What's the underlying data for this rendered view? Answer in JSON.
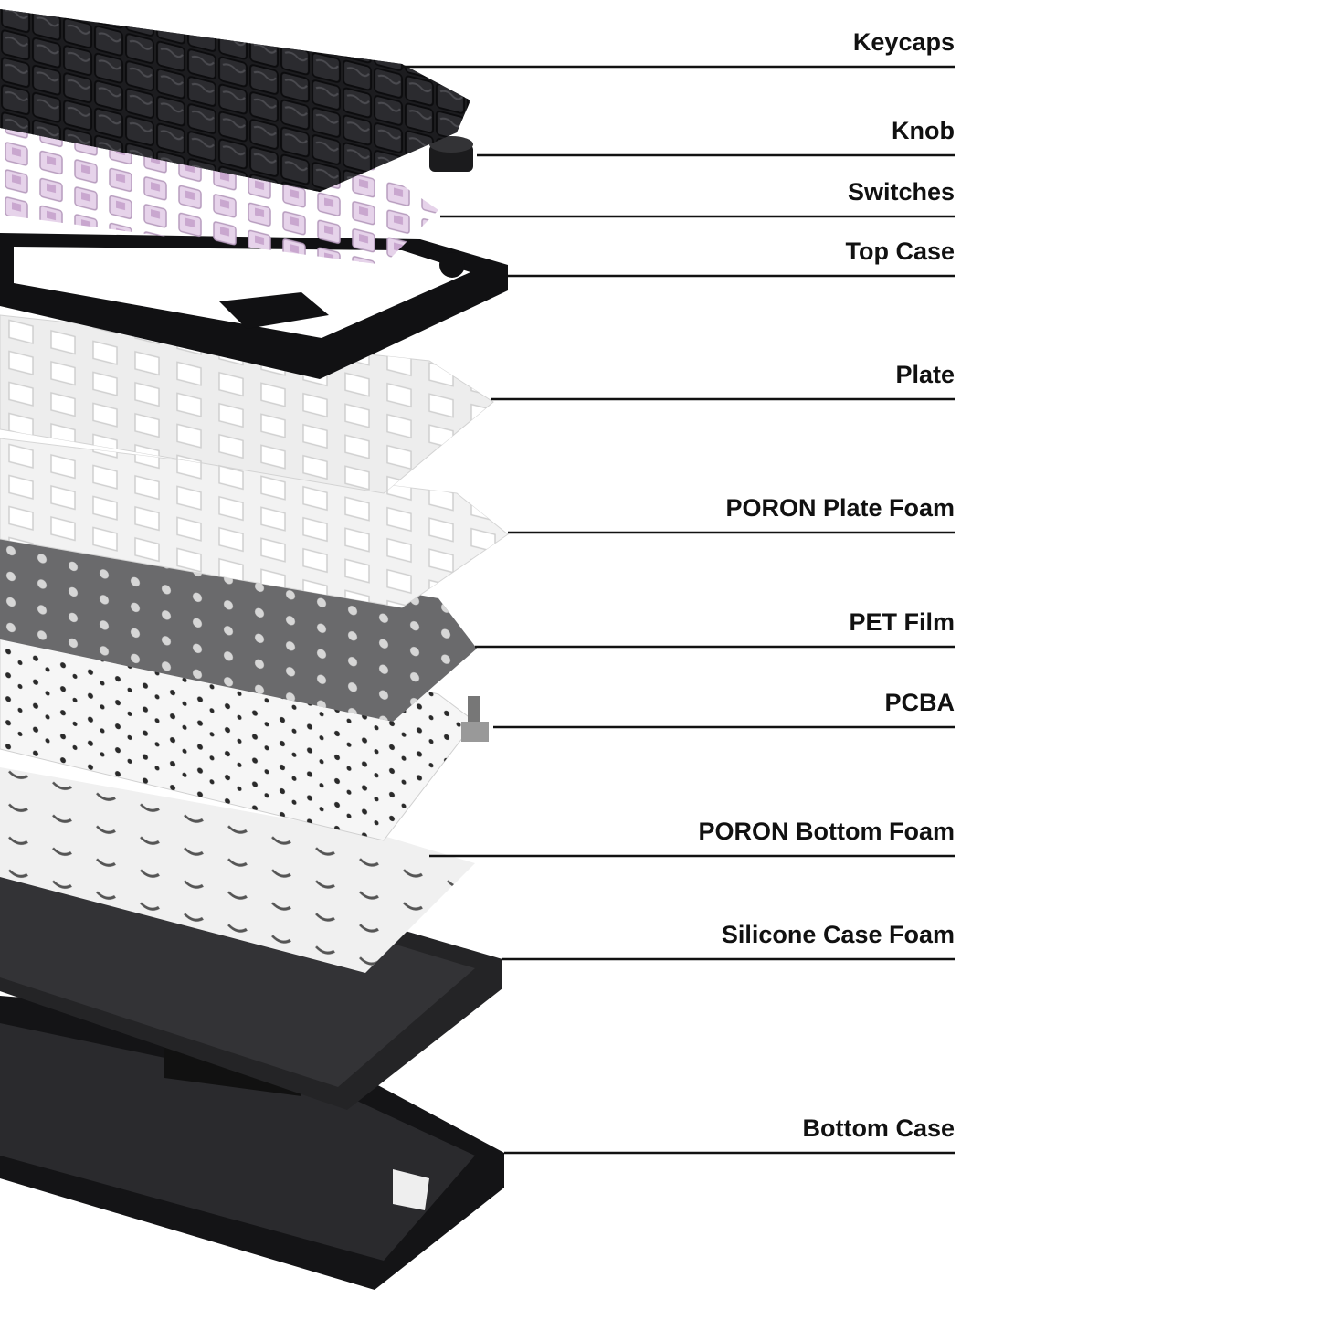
{
  "diagram": {
    "layers": [
      {
        "id": "keycaps",
        "label": "Keycaps"
      },
      {
        "id": "knob",
        "label": "Knob"
      },
      {
        "id": "switches",
        "label": "Switches"
      },
      {
        "id": "top-case",
        "label": "Top Case"
      },
      {
        "id": "plate",
        "label": "Plate"
      },
      {
        "id": "poron-plate-foam",
        "label": "PORON Plate Foam"
      },
      {
        "id": "pet-film",
        "label": "PET Film"
      },
      {
        "id": "pcba",
        "label": "PCBA"
      },
      {
        "id": "poron-bottom-foam",
        "label": "PORON Bottom Foam"
      },
      {
        "id": "silicone-case-foam",
        "label": "Silicone Case Foam"
      },
      {
        "id": "bottom-case",
        "label": "Bottom Case"
      }
    ],
    "colors": {
      "keycap": "#1c1c1f",
      "switch": "#d9c3dd",
      "case": "#111113",
      "plate": "#eeeeee",
      "pet_film": "#6a6a6c",
      "pcba": "#f4f4f4",
      "leader_line": "#111111"
    }
  }
}
